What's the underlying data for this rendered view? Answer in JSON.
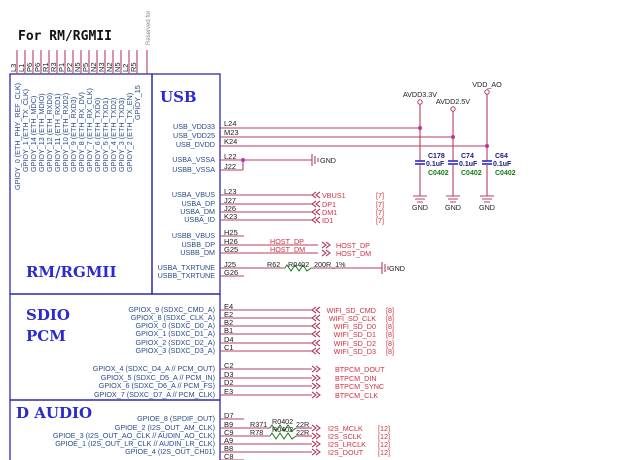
{
  "header": {
    "title": "For RM/RGMII",
    "reserved_note": "Reserved for"
  },
  "rgmii": {
    "block_title": "RM/RGMII",
    "top_pins": [
      "L3",
      "L1",
      "P6",
      "P6",
      "R1",
      "R3",
      "P1",
      "P2",
      "N5",
      "P5",
      "N2",
      "N3",
      "N2",
      "N5",
      "L2",
      "R5"
    ],
    "signals": [
      "GPIOY_0 (ETH_PHY_REF_CLK)",
      "GPIOY_1 (ETH_TX_CLK)",
      "GPIOY_14 (ETH_MDC)",
      "GPIOY_13 (ETH_MDIO)",
      "GPIOY_12 (ETH_RXD0)",
      "GPIOY_11 (ETH_RXD1)",
      "GPIOY_10 (ETH_RXD2)",
      "GPIOY_9 (ETH_RXD3)",
      "GPIOY_8 (ETH_RX_DV)",
      "GPIOY_7 (ETH_RX_CLK)",
      "GPIOY_6 (ETH_TXD0)",
      "GPIOY_5 (ETH_TXD1)",
      "GPIOY_4 (ETH_TXD2)",
      "GPIOY_3 (ETH_TXD3)",
      "GPIOY_2 (ETH_TX_EN)",
      "GPIOY_15"
    ]
  },
  "usb": {
    "block_title": "USB",
    "power_pins": [
      {
        "signal": "USB_VDD33",
        "pin": "L24"
      },
      {
        "signal": "USB_VDD25",
        "pin": "M23"
      },
      {
        "signal": "USB_DVDD",
        "pin": "K24"
      }
    ],
    "vssa_pins": [
      {
        "signal": "USBA_VSSA",
        "pin": "L22"
      },
      {
        "signal": "USBB_VSSA",
        "pin": "J22"
      }
    ],
    "gnd_label": "GND",
    "usba_pins": [
      {
        "signal": "USBA_VBUS",
        "pin": "L23",
        "net": "VBUS1",
        "ref": "[7]"
      },
      {
        "signal": "USBA_DP",
        "pin": "J27",
        "net": "DP1",
        "ref": "[7]"
      },
      {
        "signal": "USBA_DM",
        "pin": "J26",
        "net": "DM1",
        "ref": "[7]"
      },
      {
        "signal": "USBA_ID",
        "pin": "K23",
        "net": "ID1",
        "ref": "[7]"
      }
    ],
    "usbb_pins": [
      {
        "signal": "USBB_VBUS",
        "pin": "H25",
        "net": ""
      },
      {
        "signal": "USBB_DP",
        "pin": "H26",
        "net": "HOST_DP",
        "offpage": "HOST_DP"
      },
      {
        "signal": "USBB_DM",
        "pin": "G25",
        "net": "HOST_DM",
        "offpage": "HOST_DM"
      }
    ],
    "txrtune_pins": [
      {
        "signal": "USBA_TXRTUNE",
        "pin": "J25"
      },
      {
        "signal": "USBB_TXRTUNE",
        "pin": "G26"
      }
    ],
    "txrtune_resistor": {
      "ref": "R62",
      "package": "R0402",
      "value": "200R_1%"
    }
  },
  "power_rails": [
    {
      "name": "AVDD3.3V",
      "cap_ref": "C178",
      "cap_value": "0.1uF",
      "cap_package": "C0402",
      "gnd": "GND"
    },
    {
      "name": "AVDD2.5V",
      "cap_ref": "C74",
      "cap_value": "0.1uF",
      "cap_package": "C0402",
      "gnd": "GND"
    },
    {
      "name": "VDD_AO",
      "cap_ref": "C64",
      "cap_value": "0.1uF",
      "cap_package": "C0402",
      "gnd": "GND"
    }
  ],
  "sdio": {
    "block_title_1": "SDIO",
    "block_title_2": "PCM",
    "sd_pins": [
      {
        "signal": "GPIOX_9 (SDXC_CMD_A)",
        "pin": "E4",
        "net": "WIFI_SD_CMD",
        "ref": "[8]"
      },
      {
        "signal": "GPIOX_8 (SDXC_CLK_A)",
        "pin": "E2",
        "net": "WIFI_SD_CLK",
        "ref": "[8]"
      },
      {
        "signal": "GPIOX_0 (SDXC_D0_A)",
        "pin": "B2",
        "net": "WIFI_SD_D0",
        "ref": "[8]"
      },
      {
        "signal": "GPIOX_1 (SDXC_D1_A)",
        "pin": "B1",
        "net": "WIFI_SD_D1",
        "ref": "[8]"
      },
      {
        "signal": "GPIOX_2 (SDXC_D2_A)",
        "pin": "D4",
        "net": "WIFI_SD_D2",
        "ref": "[8]"
      },
      {
        "signal": "GPIOX_3 (SDXC_D3_A)",
        "pin": "C1",
        "net": "WIFI_SD_D3",
        "ref": "[8]"
      }
    ],
    "pcm_pins": [
      {
        "signal": "GPIOX_4 (SDXC_D4_A // PCM_OUT)",
        "pin": "C2",
        "net": "BTPCM_DOUT"
      },
      {
        "signal": "GPIOX_5 (SDXC_D5_A // PCM_IN)",
        "pin": "D3",
        "net": "BTPCM_DIN"
      },
      {
        "signal": "GPIOX_6 (SDXC_D6_A // PCM_FS)",
        "pin": "D2",
        "net": "BTPCM_SYNC"
      },
      {
        "signal": "GPIOX_7 (SDXC_D7_A // PCM_CLK)",
        "pin": "E3",
        "net": "BTPCM_CLK"
      }
    ]
  },
  "audio": {
    "block_title": "D AUDIO",
    "pins": [
      {
        "signal": "GPIOE_8 (SPDIF_OUT)",
        "pin": "D7",
        "res": "",
        "net": "",
        "ref": ""
      },
      {
        "signal": "GPIOE_2 (I2S_OUT_AM_CLK)",
        "pin": "B9",
        "res": "R371",
        "pkg": "R0402",
        "val": "22R",
        "net": "I2S_MCLK",
        "ref": "[12]"
      },
      {
        "signal": "GPIOE_3 (I2S_OUT_AO_CLK // AUDIN_AO_CLK)",
        "pin": "C9",
        "res": "R78",
        "pkg": "R0402",
        "val": "22R",
        "net": "I2S_SCLK",
        "ref": "[12]"
      },
      {
        "signal": "GPIOE_1 (I2S_OUT_LR_CLK // AUDIN_LR_CLK)",
        "pin": "A9",
        "res": "",
        "net": "I2S_LRCLK",
        "ref": "[12]"
      },
      {
        "signal": "GPIOE_4 (I2S_OUT_CH01)",
        "pin": "B8",
        "res": "",
        "net": "I2S_DOUT",
        "ref": "[12]"
      },
      {
        "signal": "",
        "pin": "C8",
        "res": "",
        "net": "",
        "ref": ""
      }
    ]
  },
  "colors": {
    "block": "#2b2bb0",
    "wire": "#b04060",
    "net_label": "#d03040",
    "cap_ref": "#1a1a80",
    "cap_package": "#1a7a1a",
    "junction": "#c030c0"
  }
}
